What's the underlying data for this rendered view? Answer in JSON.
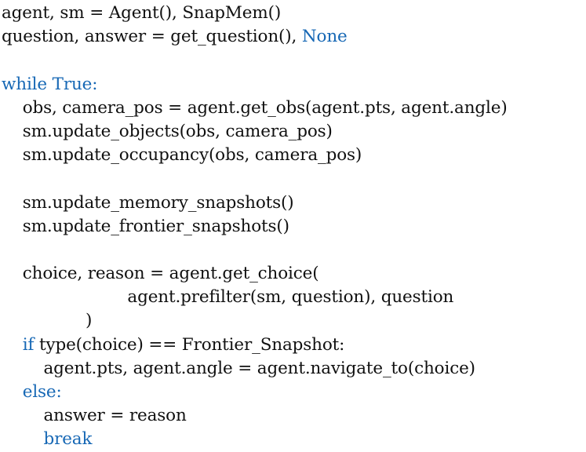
{
  "document": {
    "kind": "code-listing",
    "language": "python",
    "background_color": "#ffffff",
    "text_color": "#101010",
    "keyword_color": "#1768b5"
  },
  "code": {
    "lines": [
      {
        "id": "line-1",
        "indent": "",
        "tokens": [
          {
            "t": "plain",
            "s": "agent, sm = Agent(), SnapMem()"
          }
        ]
      },
      {
        "id": "line-2",
        "indent": "",
        "tokens": [
          {
            "t": "plain",
            "s": "question, answer = get_question(), "
          },
          {
            "t": "kw",
            "s": "None"
          }
        ]
      },
      {
        "id": "line-3",
        "indent": "",
        "tokens": [
          {
            "t": "plain",
            "s": ""
          }
        ]
      },
      {
        "id": "line-4",
        "indent": "",
        "tokens": [
          {
            "t": "kw",
            "s": "while True:"
          }
        ]
      },
      {
        "id": "line-5",
        "indent": "    ",
        "tokens": [
          {
            "t": "plain",
            "s": "obs, camera_pos = agent.get_obs(agent.pts, agent.angle)"
          }
        ]
      },
      {
        "id": "line-6",
        "indent": "    ",
        "tokens": [
          {
            "t": "plain",
            "s": "sm.update_objects(obs, camera_pos)"
          }
        ]
      },
      {
        "id": "line-7",
        "indent": "    ",
        "tokens": [
          {
            "t": "plain",
            "s": "sm.update_occupancy(obs, camera_pos)"
          }
        ]
      },
      {
        "id": "line-8",
        "indent": "",
        "tokens": [
          {
            "t": "plain",
            "s": ""
          }
        ]
      },
      {
        "id": "line-9",
        "indent": "    ",
        "tokens": [
          {
            "t": "plain",
            "s": "sm.update_memory_snapshots()"
          }
        ]
      },
      {
        "id": "line-10",
        "indent": "    ",
        "tokens": [
          {
            "t": "plain",
            "s": "sm.update_frontier_snapshots()"
          }
        ]
      },
      {
        "id": "line-11",
        "indent": "",
        "tokens": [
          {
            "t": "plain",
            "s": ""
          }
        ]
      },
      {
        "id": "line-12",
        "indent": "    ",
        "tokens": [
          {
            "t": "plain",
            "s": "choice, reason = agent.get_choice("
          }
        ]
      },
      {
        "id": "line-13",
        "indent": "                        ",
        "tokens": [
          {
            "t": "plain",
            "s": "agent.prefilter(sm, question), question"
          }
        ]
      },
      {
        "id": "line-14",
        "indent": "                ",
        "tokens": [
          {
            "t": "plain",
            "s": ")"
          }
        ]
      },
      {
        "id": "line-15",
        "indent": "    ",
        "tokens": [
          {
            "t": "kw",
            "s": "if"
          },
          {
            "t": "plain",
            "s": " type(choice) == Frontier_Snapshot:"
          }
        ]
      },
      {
        "id": "line-16",
        "indent": "        ",
        "tokens": [
          {
            "t": "plain",
            "s": "agent.pts, agent.angle = agent.navigate_to(choice)"
          }
        ]
      },
      {
        "id": "line-17",
        "indent": "    ",
        "tokens": [
          {
            "t": "kw",
            "s": "else:"
          }
        ]
      },
      {
        "id": "line-18",
        "indent": "        ",
        "tokens": [
          {
            "t": "plain",
            "s": "answer = reason"
          }
        ]
      },
      {
        "id": "line-19",
        "indent": "        ",
        "tokens": [
          {
            "t": "kw",
            "s": "break"
          }
        ]
      }
    ]
  }
}
